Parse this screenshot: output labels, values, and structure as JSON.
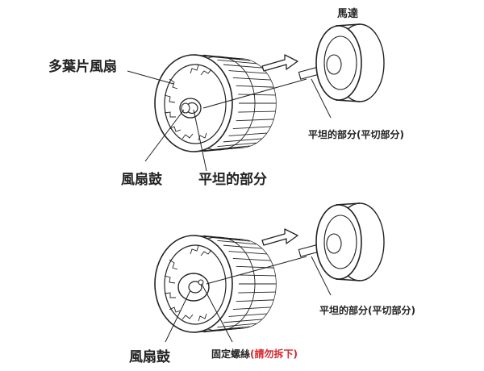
{
  "top": {
    "motor_label": "馬達",
    "fan_label": "多葉片風扇",
    "hub_label": "風扇鼓",
    "flat_label": "平坦的部分",
    "shaft_label": "平坦的部分(平切部分)"
  },
  "bottom": {
    "hub_label": "風扇鼓",
    "screw_label": "固定螺絲",
    "screw_warning": "(請勿拆下)",
    "shaft_label": "平坦的部分(平切部分)"
  },
  "colors": {
    "line": "#222222",
    "warning": "#d8232a"
  }
}
